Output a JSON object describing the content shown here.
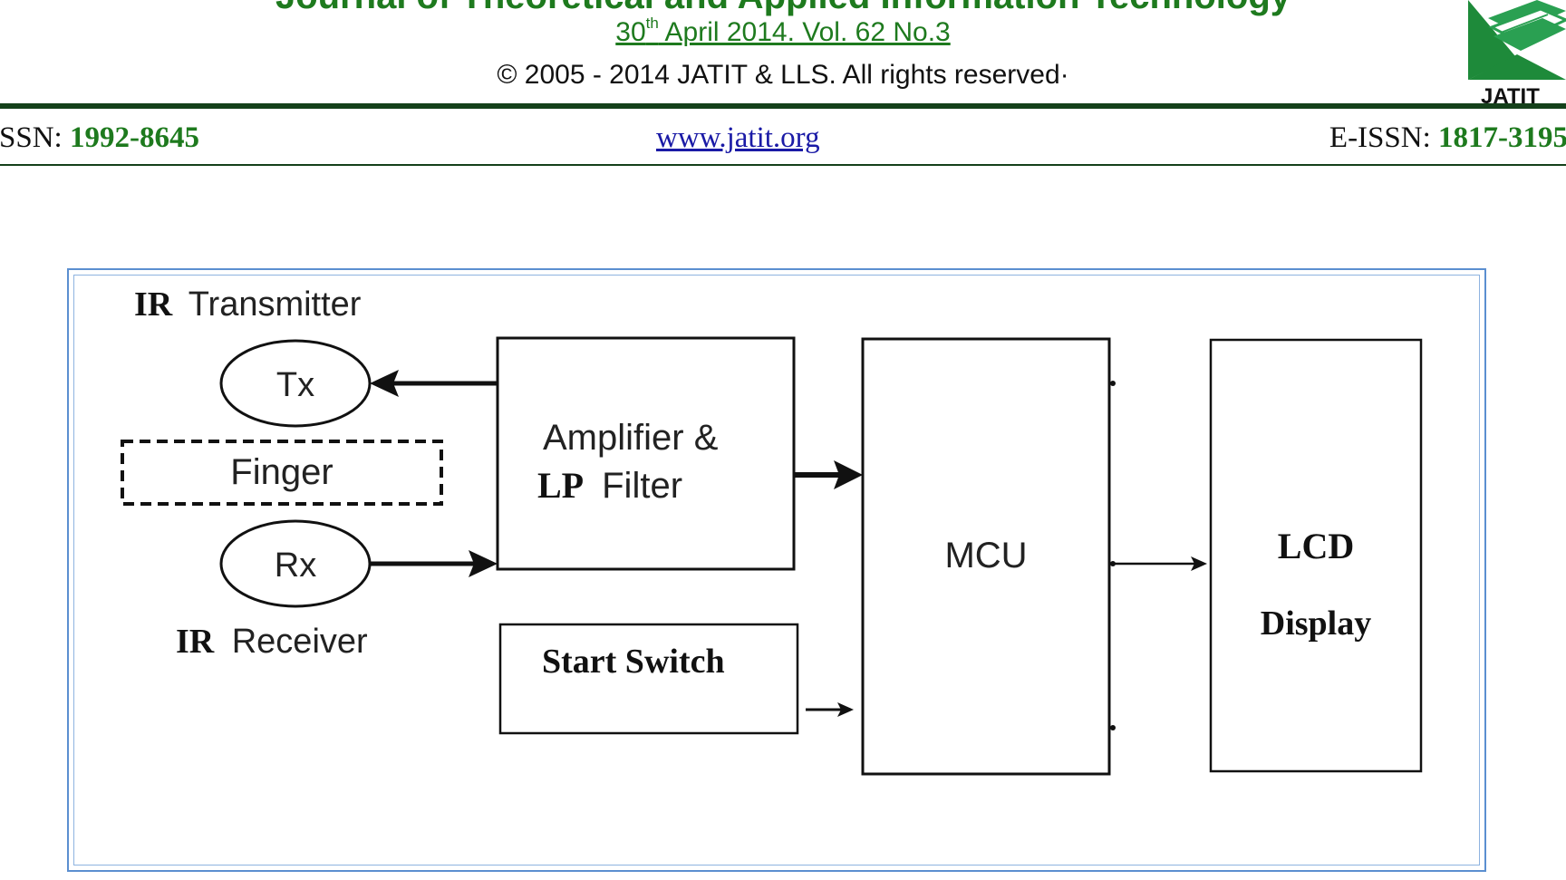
{
  "header": {
    "journal_title": "Journal of Theoretical and Applied Information Technology",
    "issue_day": "30",
    "issue_suffix": "th",
    "issue_rest": " April 2014. Vol. 62 No.3",
    "copyright": "© 2005 - 2014 JATIT & LLS. All rights reserved·",
    "logo_text": "JATIT",
    "issn_label": "ISSN: ",
    "issn_value": "1992-8645",
    "website": "www.jatit.org",
    "eissn_label": "E-ISSN: ",
    "eissn_value": "1817-3195"
  },
  "diagram": {
    "ir_transmitter_prefix": "IR",
    "ir_transmitter_word": "Transmitter",
    "tx": "Tx",
    "finger": "Finger",
    "rx": "Rx",
    "ir_receiver_prefix": "IR",
    "ir_receiver_word": "Receiver",
    "amplifier_line1": "Amplifier &",
    "amplifier_line2_prefix": "LP",
    "amplifier_line2_word": "Filter",
    "start_switch": "Start Switch",
    "mcu": "MCU",
    "lcd_line1": "LCD",
    "lcd_line2": "Display"
  },
  "colors": {
    "journal_green": "#1e7a1e",
    "rule_dark_green": "#14401a",
    "link_blue": "#1a1aa6",
    "frame_blue": "#5b8fd0"
  }
}
